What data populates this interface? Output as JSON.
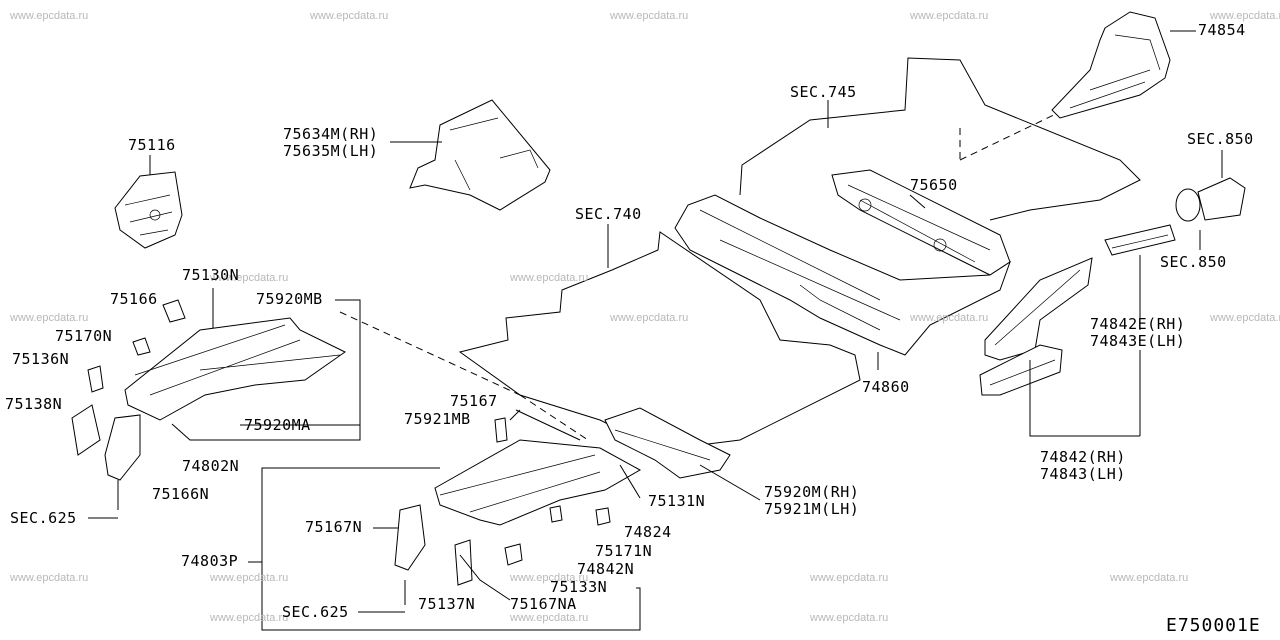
{
  "watermark": "www.epcdata.ru",
  "diagram_code": "E750001E",
  "labels": {
    "p74854": "74854",
    "sec745": "SEC.745",
    "p75116": "75116",
    "p75634m": "75634M(RH)",
    "p75635m": "75635M(LH)",
    "sec850a": "SEC.850",
    "p75650": "75650",
    "sec740": "SEC.740",
    "sec850b": "SEC.850",
    "p75130n": "75130N",
    "p75166": "75166",
    "p75920mb": "75920MB",
    "p75170n": "75170N",
    "p74842e": "74842E(RH)",
    "p74843e": "74843E(LH)",
    "p75136n": "75136N",
    "p74860": "74860",
    "p75138n": "75138N",
    "p75167": "75167",
    "p75921mb": "75921MB",
    "p75920ma": "75920MA",
    "p74842": "74842(RH)",
    "p74843": "74843(LH)",
    "p74802n": "74802N",
    "p75166n": "75166N",
    "p75131n": "75131N",
    "p75920m": "75920M(RH)",
    "p75921m": "75921M(LH)",
    "sec625a": "SEC.625",
    "p75167n": "75167N",
    "p74824": "74824",
    "p74803p": "74803P",
    "p75171n": "75171N",
    "p74842n": "74842N",
    "p75133n": "75133N",
    "sec625b": "SEC.625",
    "p75137n": "75137N",
    "p75167na": "75167NA"
  }
}
